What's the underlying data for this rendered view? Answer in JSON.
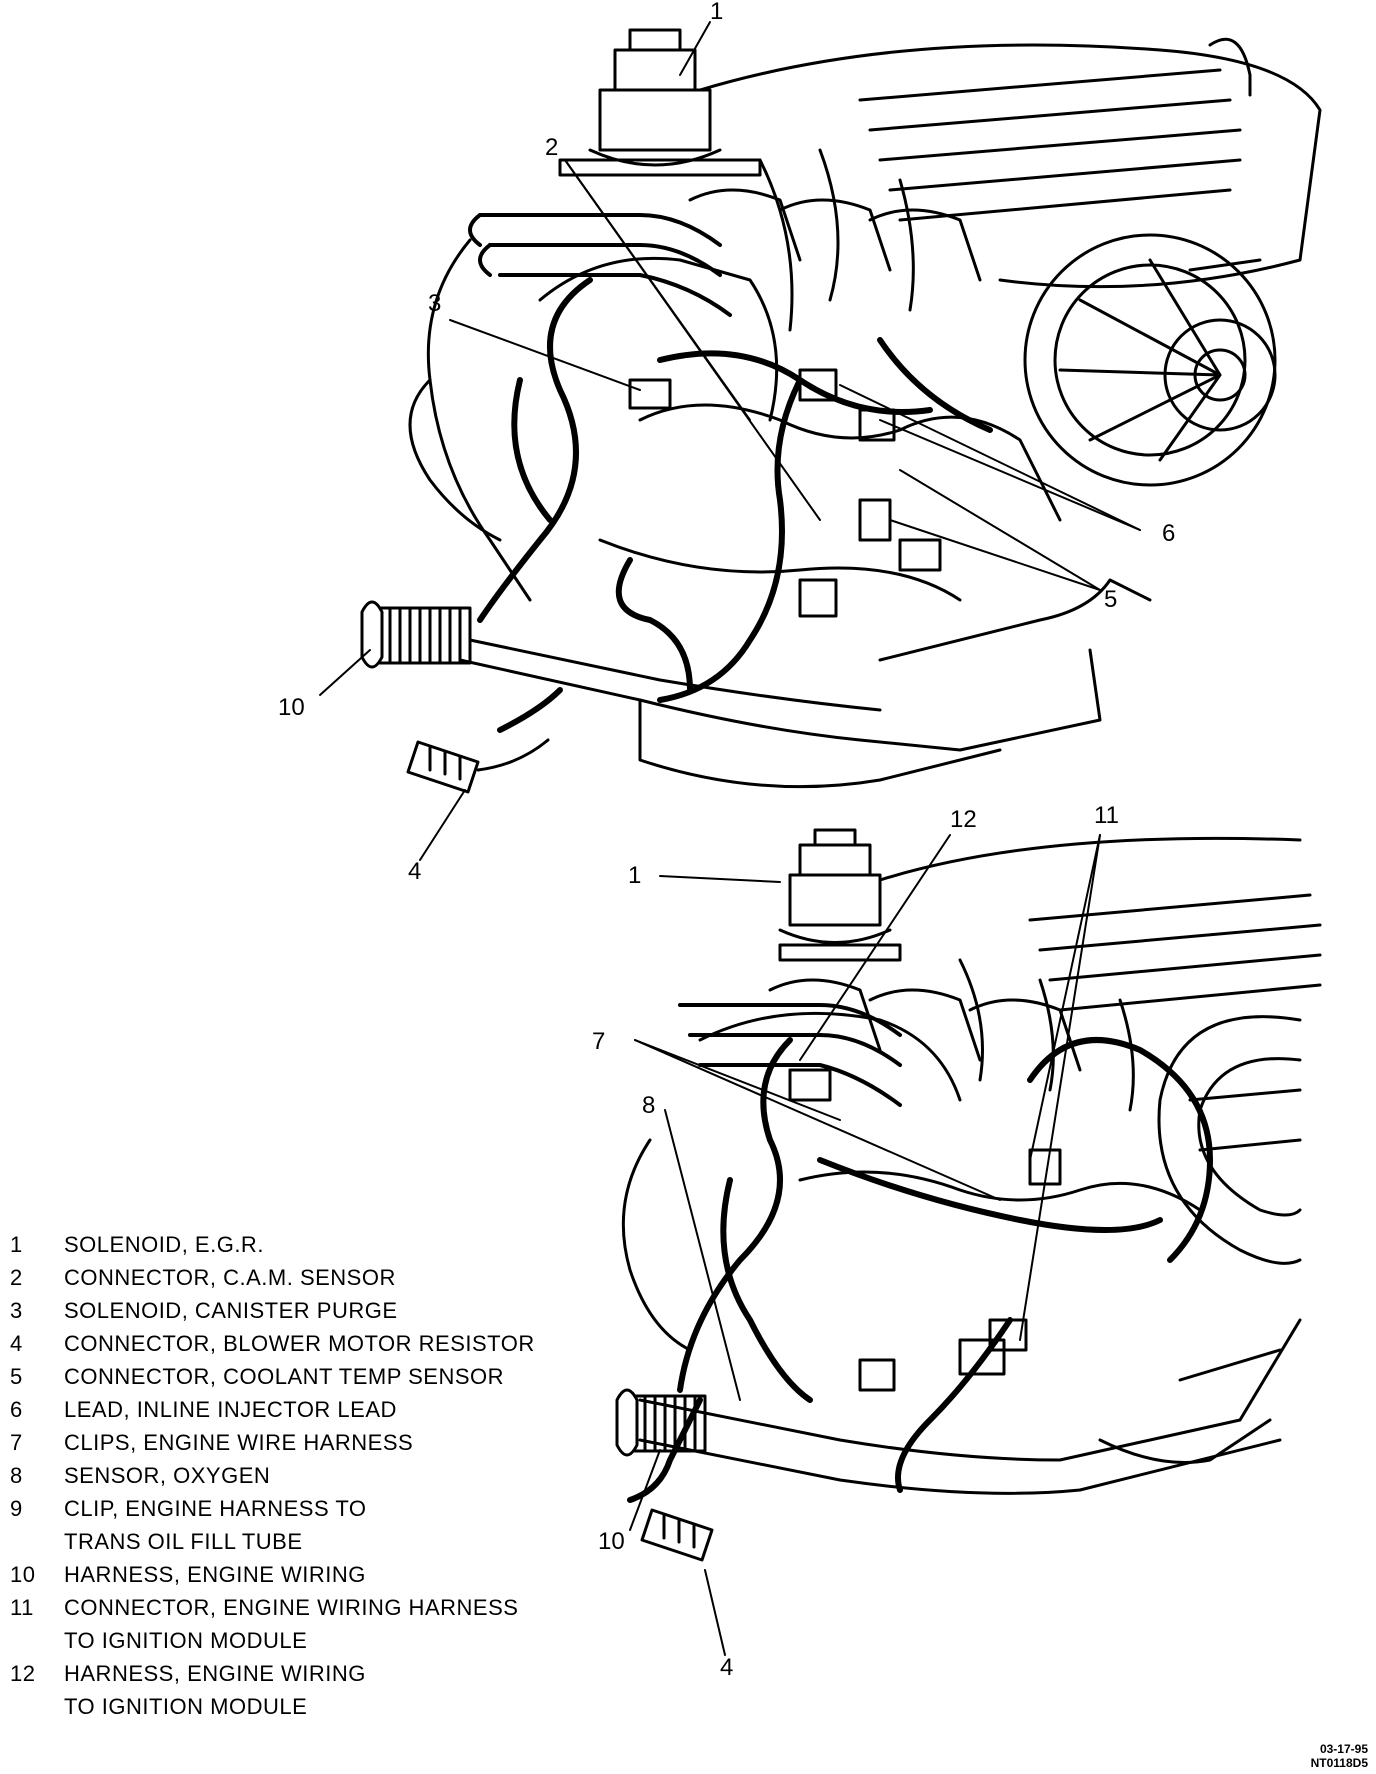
{
  "callouts": {
    "top": [
      "1",
      "2",
      "3",
      "6",
      "5",
      "10",
      "4"
    ],
    "bottom": [
      "12",
      "11",
      "1",
      "7",
      "8",
      "10",
      "4"
    ]
  },
  "legend": [
    {
      "num": "1",
      "text": "SOLENOID, E.G.R."
    },
    {
      "num": "2",
      "text": "CONNECTOR, C.A.M. SENSOR"
    },
    {
      "num": "3",
      "text": "SOLENOID, CANISTER PURGE"
    },
    {
      "num": "4",
      "text": "CONNECTOR, BLOWER MOTOR RESISTOR"
    },
    {
      "num": "5",
      "text": "CONNECTOR, COOLANT TEMP SENSOR"
    },
    {
      "num": "6",
      "text": "LEAD, INLINE INJECTOR LEAD"
    },
    {
      "num": "7",
      "text": "CLIPS, ENGINE WIRE HARNESS"
    },
    {
      "num": "8",
      "text": "SENSOR, OXYGEN"
    },
    {
      "num": "9",
      "text": "CLIP, ENGINE HARNESS TO\nTRANS OIL FILL TUBE"
    },
    {
      "num": "10",
      "text": "HARNESS, ENGINE WIRING"
    },
    {
      "num": "11",
      "text": "CONNECTOR, ENGINE WIRING HARNESS\nTO IGNITION MODULE"
    },
    {
      "num": "12",
      "text": "HARNESS, ENGINE WIRING\nTO IGNITION MODULE"
    }
  ],
  "stamp": {
    "date": "03-17-95",
    "code": "NT0118D5"
  }
}
